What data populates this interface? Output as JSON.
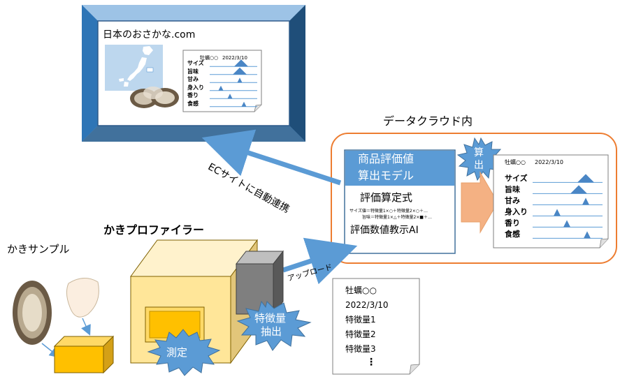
{
  "website": {
    "title": "日本のおさかな.com",
    "report": {
      "header": "牡蠣○○",
      "date": "2022/3/10",
      "rows": [
        "サイズ",
        "旨味",
        "甘み",
        "身入り",
        "香り",
        "食感"
      ]
    }
  },
  "cloud": {
    "title": "データクラウド内",
    "model_title": "商品評価値\n算出モデル",
    "model_line1": "商品評価値",
    "model_line2": "算出モデル",
    "formula_title": "評価算定式",
    "formula_line1": "サイズ値＝特徴量1×○＋特徴量2×○＋…",
    "formula_line2": "旨味＝特徴量1×△＋特徴量2×■＋…",
    "ai_label": "評価数値教示AI",
    "calc_label_1": "算",
    "calc_label_2": "出",
    "report": {
      "header": "牡蠣○○",
      "date": "2022/3/10",
      "rows": [
        "サイズ",
        "旨味",
        "甘み",
        "身入り",
        "香り",
        "食感"
      ]
    }
  },
  "arrows": {
    "ec_label": "ECサイトに自動連携",
    "upload_label": "アップロード"
  },
  "profiler": {
    "title": "かきプロファイラー",
    "measure_label": "測定",
    "extract_label_1": "特徴量",
    "extract_label_2": "抽出"
  },
  "sample": {
    "label": "かきサンプル"
  },
  "feature_doc": {
    "lines": [
      "牡蠣○○",
      "2022/3/10",
      "特徴量1",
      "特徴量2",
      "特徴量3",
      "⋮"
    ]
  },
  "colors": {
    "frame_blue": "#5b9bd5",
    "frame_dark": "#2e5b8a",
    "cloud_border": "#ed7d31",
    "model_fill": "#5b9bd5",
    "box_yellow": "#ffe699",
    "box_gold": "#ffc000",
    "grey_box": "#7f7f7f",
    "peach_arrow": "#f4b183"
  }
}
